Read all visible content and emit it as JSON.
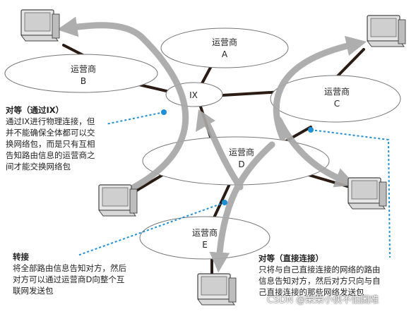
{
  "carriers": [
    {
      "name": "运营商",
      "letter": "A"
    },
    {
      "name": "运营商",
      "letter": "B"
    },
    {
      "name": "运营商",
      "letter": "C"
    },
    {
      "name": "运营商",
      "letter": "D"
    },
    {
      "name": "运营商",
      "letter": "E"
    }
  ],
  "ix_label": "IX",
  "notes": {
    "peering_ix": {
      "title": "对等（通过IX）",
      "lines": [
        "通过IX进行物理连接，但",
        "并不能确保全体都可以交",
        "换网络包，而是只有互相",
        "告知路由信息的运营商之",
        "间才能交换网络包"
      ]
    },
    "transit": {
      "title": "转接",
      "lines": [
        "将全部路由信息告知对方，然后",
        "对方可以通过运营商D向整个互",
        "联网发送包"
      ]
    },
    "peering_direct": {
      "title": "对等（直接连接）",
      "lines": [
        "只将与自己直接连接的网络的路由",
        "信息告知对方，然后对方只向与自",
        "己直接连接的那些网络发送包"
      ]
    }
  },
  "watermark": "CSDN @荣荣小侠不怕困难",
  "colors": {
    "arrow": "#a8a8a8",
    "link": "#2a1c14",
    "dotted": "#1f8fd6",
    "bubble_stroke": "#777777"
  }
}
